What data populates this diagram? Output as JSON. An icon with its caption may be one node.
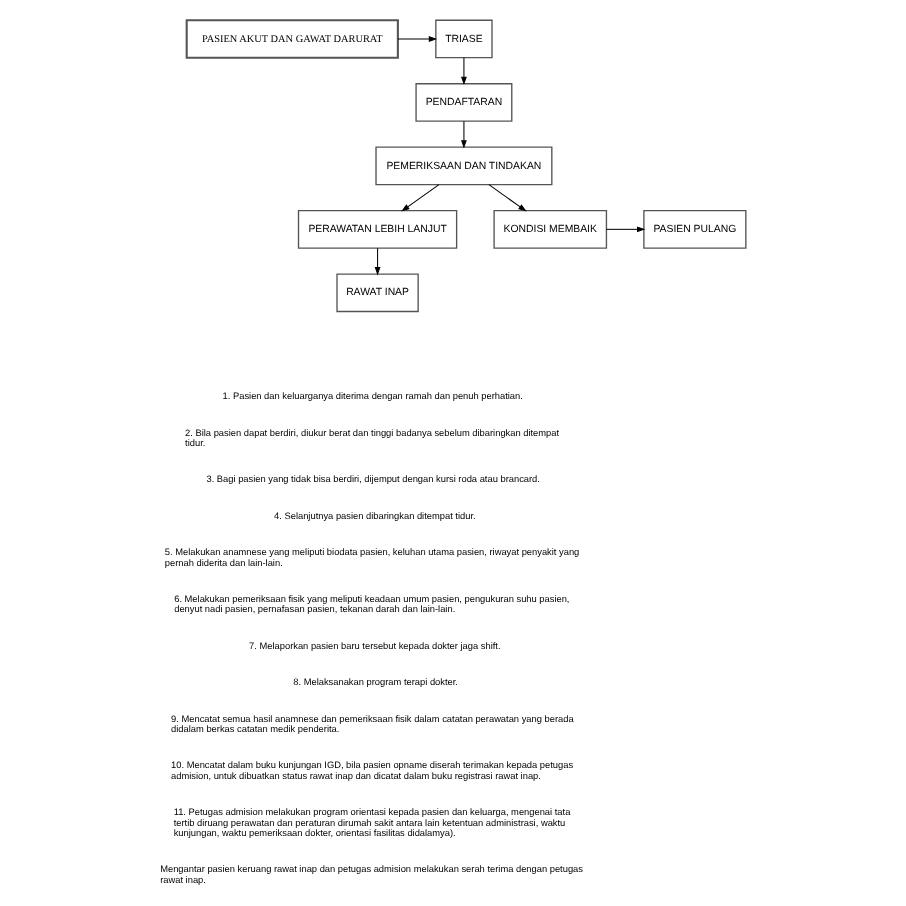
{
  "diagram": {
    "nodes": [
      {
        "text": [
          "PASIEN AKUT DAN GAWAT DARURAT"
        ]
      },
      {
        "text": [
          "TRIASE"
        ]
      },
      {
        "text": [
          "PENDAFTARAN"
        ]
      },
      {
        "text": [
          "PEMERIKSAAN DAN TINDAKAN"
        ]
      },
      {
        "text": [
          "PERAWATAN LEBIH LANJUT"
        ]
      },
      {
        "text": [
          "KONDISI MEMBAIK"
        ]
      },
      {
        "text": [
          "PASIEN PULANG"
        ]
      },
      {
        "text": [
          "RAWAT INAP"
        ]
      }
    ],
    "edges": [
      {
        "from": 0,
        "to": 1,
        "arrow": "to"
      },
      {
        "from": 1,
        "to": 2,
        "arrow": "to"
      },
      {
        "from": 2,
        "to": 3,
        "arrow": "to"
      },
      {
        "from": 3,
        "to": 4,
        "arrow": "to"
      },
      {
        "from": 3,
        "to": 5,
        "arrow": "to"
      },
      {
        "from": 5,
        "to": 6,
        "arrow": "to"
      },
      {
        "from": 4,
        "to": 7,
        "arrow": "to"
      }
    ],
    "labels": [
      "1. Pasien dan keluarganya diterima dengan ramah dan penuh perhatian.",
      "2. Bila pasien dapat berdiri, diukur berat dan tinggi badanya sebelum dibaringkan ditempat tidur.",
      "3. Bagi pasien yang tidak bisa berdiri, dijemput dengan kursi roda atau brancard.",
      "4. Selanjutnya pasien dibaringkan ditempat tidur.",
      "5. Melakukan anamnese yang meliputi biodata pasien, keluhan utama pasien, riwayat penyakit yang pernah diderita dan lain-lain.",
      "6. Melakukan pemeriksaan fisik yang meliputi keadaan umum pasien, pengukuran suhu pasien, denyut nadi pasien, pernafasan pasien, tekanan darah dan lain-lain.",
      "7. Melaporkan pasien baru tersebut kepada dokter jaga shift.",
      "8. Melaksanakan program terapi dokter.",
      "9. Mencatat semua hasil anamnese dan pemeriksaan fisik dalam catatan perawatan yang berada didalam berkas catatan medik penderita.",
      "10. Mencatat dalam buku kunjungan IGD, bila pasien opname diserah terimakan kepada petugas admision, untuk dibuatkan status rawat inap dan dicatat dalam buku registrasi rawat inap.",
      "11. Petugas admision melakukan program orientasi kepada pasien dan keluarga, mengenai tata tertib diruang perawatan dan peraturan dirumah sakit antara lain ketentuan administrasi, waktu kunjungan, waktu pemeriksaan dokter, orientasi fasilitas didalamya).",
      "Mengantar pasien keruang rawat inap dan petugas admision melakukan serah terima dengan petugas rawat inap."
    ]
  }
}
